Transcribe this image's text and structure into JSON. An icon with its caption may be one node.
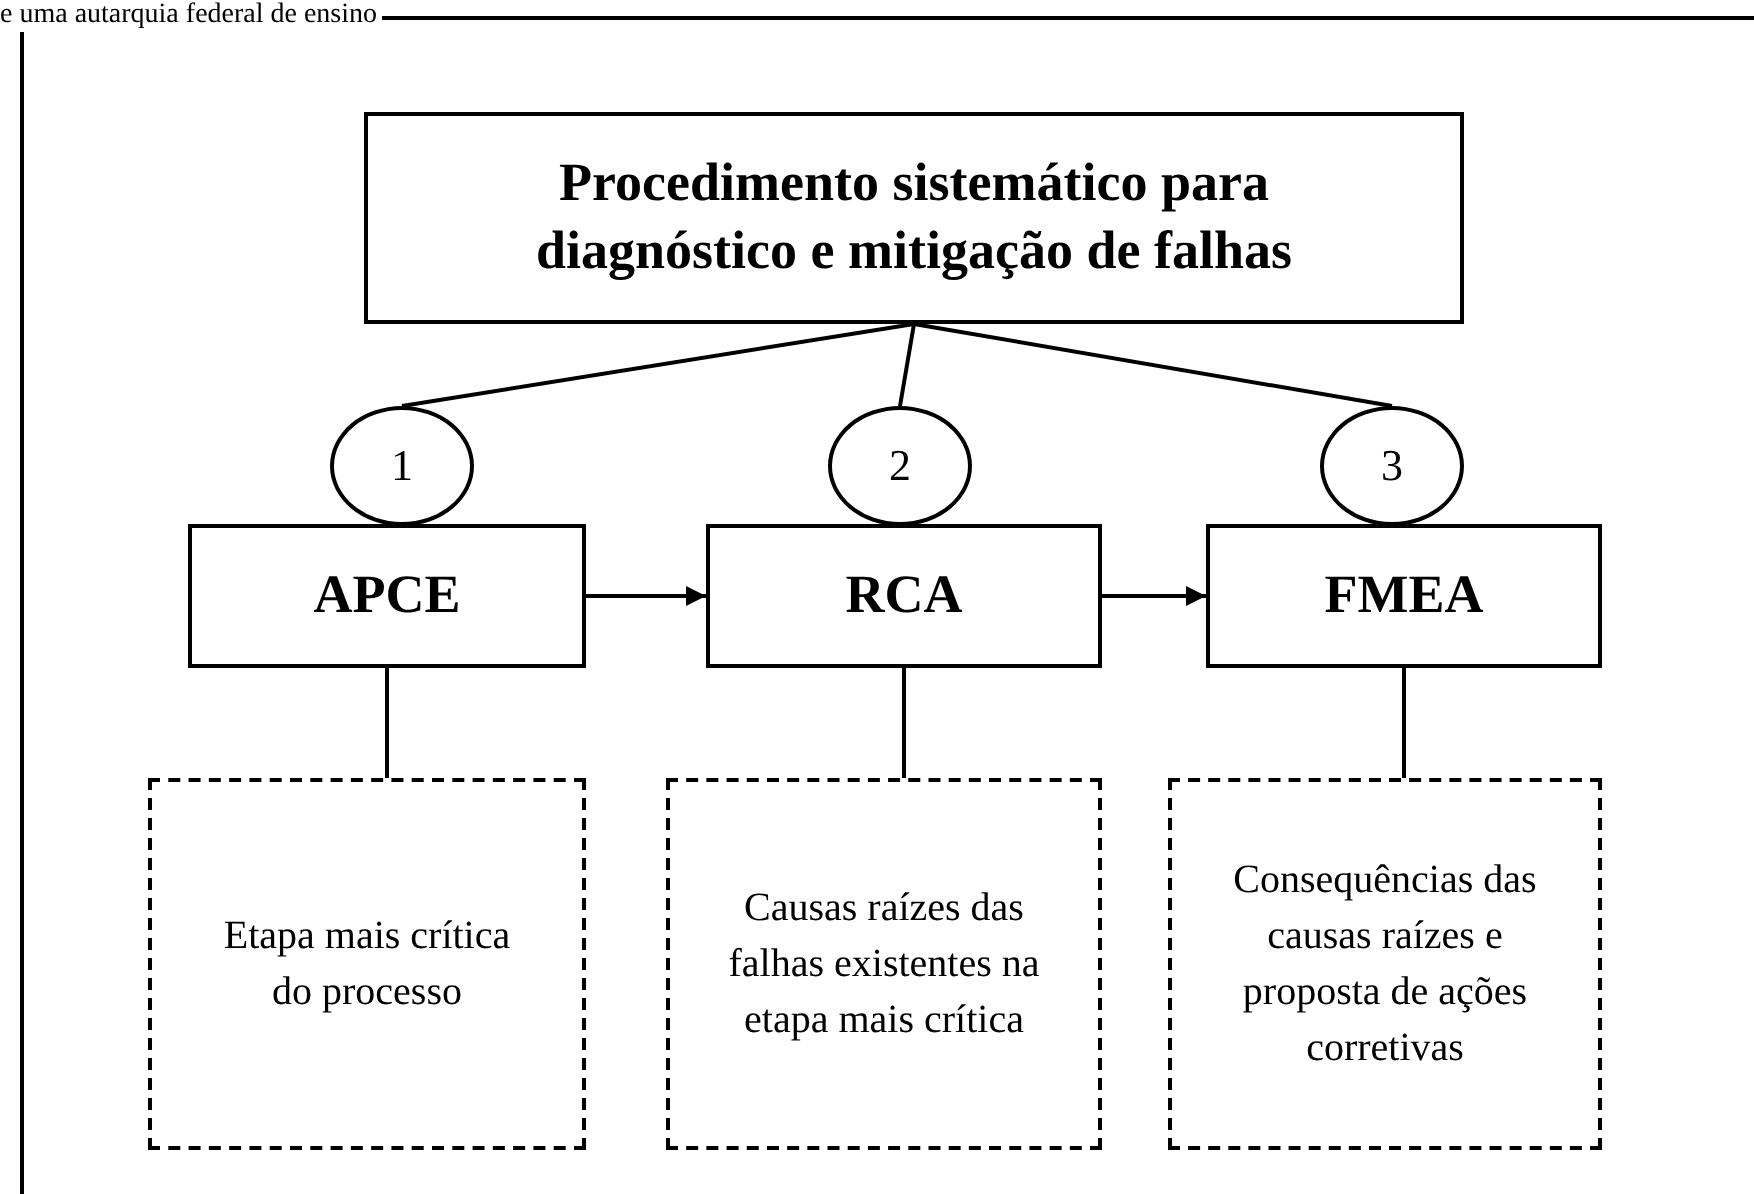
{
  "diagram": {
    "nodes": [
      {
        "text": [
          "Procedimento sistemático para diagnóstico e mitigação de falhas"
        ]
      },
      {
        "text": [
          "1"
        ]
      },
      {
        "text": [
          "2"
        ]
      },
      {
        "text": [
          "3"
        ]
      },
      {
        "text": [
          "APCE"
        ]
      },
      {
        "text": [
          "RCA"
        ]
      },
      {
        "text": [
          "FMEA"
        ]
      },
      {
        "text": [
          "Etapa mais crítica do processo"
        ]
      },
      {
        "text": [
          "Causas raízes das falhas existentes na etapa mais crítica"
        ]
      },
      {
        "text": [
          "Consequências das causas raízes e proposta de ações corretivas"
        ]
      }
    ],
    "edges": [
      {
        "from": 0,
        "to": 1,
        "arrow": "none"
      },
      {
        "from": 0,
        "to": 2,
        "arrow": "none"
      },
      {
        "from": 0,
        "to": 3,
        "arrow": "none"
      },
      {
        "from": 4,
        "to": 5,
        "arrow": "to"
      },
      {
        "from": 5,
        "to": 6,
        "arrow": "to"
      },
      {
        "from": 4,
        "to": 7,
        "arrow": "none"
      },
      {
        "from": 5,
        "to": 8,
        "arrow": "none"
      },
      {
        "from": 6,
        "to": 9,
        "arrow": "none"
      }
    ],
    "labels": [
      "e uma autarquia federal de ensino"
    ]
  }
}
